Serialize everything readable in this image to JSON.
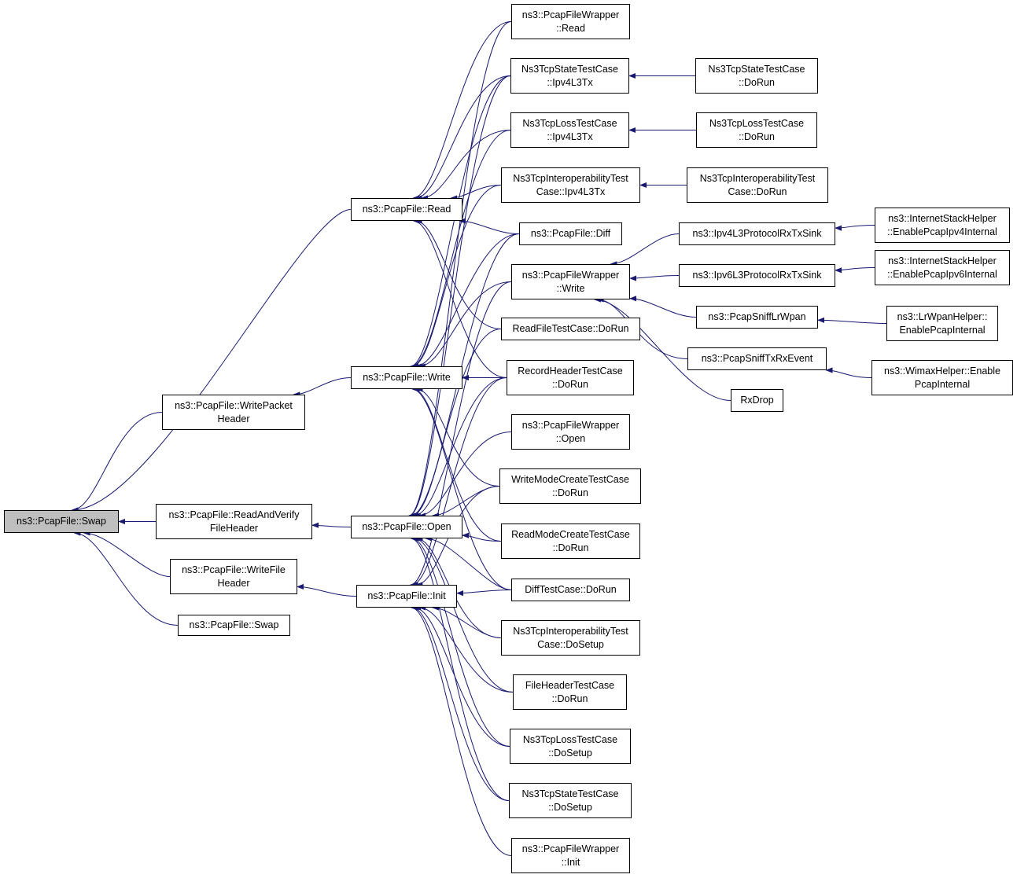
{
  "graph": {
    "colors": {
      "edge": "#191970",
      "node_border": "#000000",
      "node_fill": "#ffffff",
      "root_fill": "#bfbfbf"
    },
    "nodes": [
      {
        "id": "swap_root",
        "lines": [
          "ns3::PcapFile::Swap"
        ],
        "root": true
      },
      {
        "id": "read",
        "lines": [
          "ns3::PcapFile::Read"
        ]
      },
      {
        "id": "write_packet_header",
        "lines": [
          "ns3::PcapFile::WritePacket",
          "Header"
        ]
      },
      {
        "id": "read_and_verify",
        "lines": [
          "ns3::PcapFile::ReadAndVerify",
          "FileHeader"
        ]
      },
      {
        "id": "write_file_header",
        "lines": [
          "ns3::PcapFile::WriteFile",
          "Header"
        ]
      },
      {
        "id": "swap2",
        "lines": [
          "ns3::PcapFile::Swap"
        ]
      },
      {
        "id": "write",
        "lines": [
          "ns3::PcapFile::Write"
        ]
      },
      {
        "id": "open",
        "lines": [
          "ns3::PcapFile::Open"
        ]
      },
      {
        "id": "init",
        "lines": [
          "ns3::PcapFile::Init"
        ]
      },
      {
        "id": "pfw_read",
        "lines": [
          "ns3::PcapFileWrapper",
          "::Read"
        ]
      },
      {
        "id": "tcpstate_ipv4",
        "lines": [
          "Ns3TcpStateTestCase",
          "::Ipv4L3Tx"
        ]
      },
      {
        "id": "tcploss_ipv4",
        "lines": [
          "Ns3TcpLossTestCase",
          "::Ipv4L3Tx"
        ]
      },
      {
        "id": "tcpinterop_ipv4",
        "lines": [
          "Ns3TcpInteroperabilityTest",
          "Case::Ipv4L3Tx"
        ]
      },
      {
        "id": "pcapfile_diff",
        "lines": [
          "ns3::PcapFile::Diff"
        ]
      },
      {
        "id": "pfw_write",
        "lines": [
          "ns3::PcapFileWrapper",
          "::Write"
        ]
      },
      {
        "id": "readfile_dorun",
        "lines": [
          "ReadFileTestCase::DoRun"
        ]
      },
      {
        "id": "recordheader_dorun",
        "lines": [
          "RecordHeaderTestCase",
          "::DoRun"
        ]
      },
      {
        "id": "pfw_open",
        "lines": [
          "ns3::PcapFileWrapper",
          "::Open"
        ]
      },
      {
        "id": "writemode_dorun",
        "lines": [
          "WriteModeCreateTestCase",
          "::DoRun"
        ]
      },
      {
        "id": "readmode_dorun",
        "lines": [
          "ReadModeCreateTestCase",
          "::DoRun"
        ]
      },
      {
        "id": "difftest_dorun",
        "lines": [
          "DiffTestCase::DoRun"
        ]
      },
      {
        "id": "tcpinterop_dosetup",
        "lines": [
          "Ns3TcpInteroperabilityTest",
          "Case::DoSetup"
        ]
      },
      {
        "id": "fileheader_dorun",
        "lines": [
          "FileHeaderTestCase",
          "::DoRun"
        ]
      },
      {
        "id": "tcploss_dosetup",
        "lines": [
          "Ns3TcpLossTestCase",
          "::DoSetup"
        ]
      },
      {
        "id": "tcpstate_dosetup",
        "lines": [
          "Ns3TcpStateTestCase",
          "::DoSetup"
        ]
      },
      {
        "id": "pfw_init",
        "lines": [
          "ns3::PcapFileWrapper",
          "::Init"
        ]
      },
      {
        "id": "tcpstate_dorun",
        "lines": [
          "Ns3TcpStateTestCase",
          "::DoRun"
        ]
      },
      {
        "id": "tcploss_dorun",
        "lines": [
          "Ns3TcpLossTestCase",
          "::DoRun"
        ]
      },
      {
        "id": "tcpinterop_dorun",
        "lines": [
          "Ns3TcpInteroperabilityTest",
          "Case::DoRun"
        ]
      },
      {
        "id": "ipv4_rxtx_sink",
        "lines": [
          "ns3::Ipv4L3ProtocolRxTxSink"
        ]
      },
      {
        "id": "ipv6_rxtx_sink",
        "lines": [
          "ns3::Ipv6L3ProtocolRxTxSink"
        ]
      },
      {
        "id": "sniff_lrwpan",
        "lines": [
          "ns3::PcapSniffLrWpan"
        ]
      },
      {
        "id": "sniff_txrx",
        "lines": [
          "ns3::PcapSniffTxRxEvent"
        ]
      },
      {
        "id": "rxdrop",
        "lines": [
          "RxDrop"
        ]
      },
      {
        "id": "ish_ipv4",
        "lines": [
          "ns3::InternetStackHelper",
          "::EnablePcapIpv4Internal"
        ]
      },
      {
        "id": "ish_ipv6",
        "lines": [
          "ns3::InternetStackHelper",
          "::EnablePcapIpv6Internal"
        ]
      },
      {
        "id": "lrwpan_helper",
        "lines": [
          "ns3::LrWpanHelper::",
          "EnablePcapInternal"
        ]
      },
      {
        "id": "wimax_helper",
        "lines": [
          "ns3::WimaxHelper::Enable",
          "PcapInternal"
        ]
      }
    ],
    "edges": [
      [
        "read",
        "swap_root"
      ],
      [
        "write_packet_header",
        "swap_root"
      ],
      [
        "read_and_verify",
        "swap_root"
      ],
      [
        "write_file_header",
        "swap_root"
      ],
      [
        "swap2",
        "swap_root"
      ],
      [
        "write",
        "write_packet_header"
      ],
      [
        "open",
        "read_and_verify"
      ],
      [
        "init",
        "write_file_header"
      ],
      [
        "pfw_read",
        "read"
      ],
      [
        "tcpstate_ipv4",
        "read"
      ],
      [
        "tcploss_ipv4",
        "read"
      ],
      [
        "tcpinterop_ipv4",
        "read"
      ],
      [
        "pcapfile_diff",
        "read"
      ],
      [
        "readfile_dorun",
        "read"
      ],
      [
        "recordheader_dorun",
        "read"
      ],
      [
        "tcpstate_ipv4",
        "write"
      ],
      [
        "tcploss_ipv4",
        "write"
      ],
      [
        "tcpinterop_ipv4",
        "write"
      ],
      [
        "pcapfile_diff",
        "write"
      ],
      [
        "pfw_write",
        "write"
      ],
      [
        "recordheader_dorun",
        "write"
      ],
      [
        "writemode_dorun",
        "write"
      ],
      [
        "readmode_dorun",
        "write"
      ],
      [
        "difftest_dorun",
        "write"
      ],
      [
        "pfw_read",
        "open"
      ],
      [
        "tcpstate_ipv4",
        "open"
      ],
      [
        "pcapfile_diff",
        "open"
      ],
      [
        "readfile_dorun",
        "open"
      ],
      [
        "recordheader_dorun",
        "open"
      ],
      [
        "pfw_open",
        "open"
      ],
      [
        "writemode_dorun",
        "open"
      ],
      [
        "readmode_dorun",
        "open"
      ],
      [
        "difftest_dorun",
        "open"
      ],
      [
        "tcpinterop_dosetup",
        "open"
      ],
      [
        "fileheader_dorun",
        "open"
      ],
      [
        "tcploss_dosetup",
        "open"
      ],
      [
        "tcpstate_dosetup",
        "open"
      ],
      [
        "pfw_write",
        "init"
      ],
      [
        "recordheader_dorun",
        "init"
      ],
      [
        "writemode_dorun",
        "init"
      ],
      [
        "difftest_dorun",
        "init"
      ],
      [
        "tcpinterop_dosetup",
        "init"
      ],
      [
        "fileheader_dorun",
        "init"
      ],
      [
        "tcploss_dosetup",
        "init"
      ],
      [
        "tcpstate_dosetup",
        "init"
      ],
      [
        "pfw_init",
        "init"
      ],
      [
        "tcpstate_dorun",
        "tcpstate_ipv4"
      ],
      [
        "tcploss_dorun",
        "tcploss_ipv4"
      ],
      [
        "tcpinterop_dorun",
        "tcpinterop_ipv4"
      ],
      [
        "ipv4_rxtx_sink",
        "pfw_write"
      ],
      [
        "ipv6_rxtx_sink",
        "pfw_write"
      ],
      [
        "sniff_lrwpan",
        "pfw_write"
      ],
      [
        "sniff_txrx",
        "pfw_write"
      ],
      [
        "rxdrop",
        "pfw_write"
      ],
      [
        "ish_ipv4",
        "ipv4_rxtx_sink"
      ],
      [
        "ish_ipv6",
        "ipv6_rxtx_sink"
      ],
      [
        "lrwpan_helper",
        "sniff_lrwpan"
      ],
      [
        "wimax_helper",
        "sniff_txrx"
      ]
    ]
  }
}
